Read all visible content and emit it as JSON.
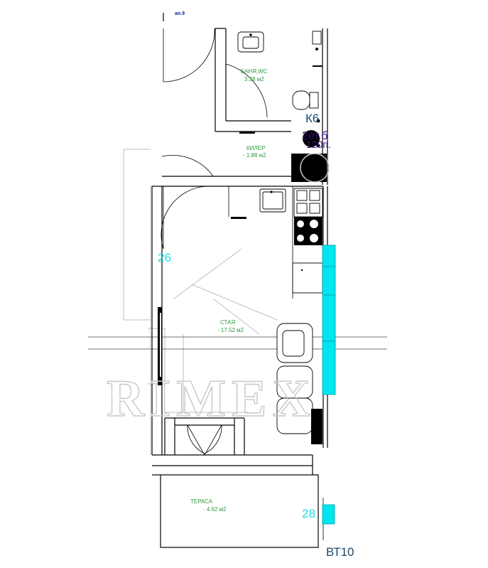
{
  "apartment_label": "ап.9",
  "rooms": [
    {
      "name": "БАНЯ,WC",
      "area": "3.38 м2"
    },
    {
      "name": "КИЛЕР",
      "area": "-  1.88 м2"
    },
    {
      "name": "СТАЯ",
      "area": "- 17.52 м2"
    },
    {
      "name": "ТЕРАСА",
      "area": "- 4.62 м2"
    }
  ],
  "markers": {
    "n26": "26",
    "n28": "28",
    "k6": "К6",
    "floor": "2ет.б",
    "floor2": "120п.",
    "bt10": "ВТ10"
  },
  "watermark": "RIMEX",
  "colors": {
    "accent_cyan": "#00e5ef",
    "room_text": "#2e9c3e",
    "apt_label": "#0a2a8a"
  }
}
